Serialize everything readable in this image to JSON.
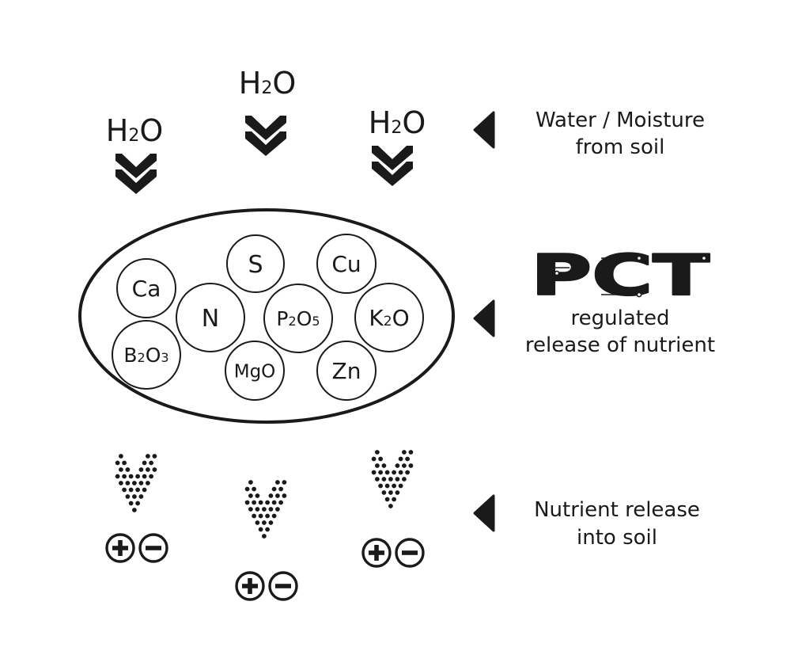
{
  "water_label": {
    "main": "H",
    "sub": "2",
    "tail": "O"
  },
  "nutrients": [
    {
      "id": "ca",
      "parts": [
        {
          "t": "Ca"
        }
      ]
    },
    {
      "id": "s",
      "parts": [
        {
          "t": "S"
        }
      ]
    },
    {
      "id": "cu",
      "parts": [
        {
          "t": "Cu"
        }
      ]
    },
    {
      "id": "n",
      "parts": [
        {
          "t": "N"
        }
      ]
    },
    {
      "id": "p2o5",
      "parts": [
        {
          "t": "P"
        },
        {
          "t": "2",
          "sub": true
        },
        {
          "t": "O"
        },
        {
          "t": "5",
          "sub": true
        }
      ]
    },
    {
      "id": "k2o",
      "parts": [
        {
          "t": "K"
        },
        {
          "t": "2",
          "sub": true
        },
        {
          "t": "O"
        }
      ]
    },
    {
      "id": "b2o3",
      "parts": [
        {
          "t": "B"
        },
        {
          "t": "2",
          "sub": true
        },
        {
          "t": "O"
        },
        {
          "t": "3",
          "sub": true
        }
      ]
    },
    {
      "id": "mgo",
      "parts": [
        {
          "t": "MgO"
        }
      ]
    },
    {
      "id": "zn",
      "parts": [
        {
          "t": "Zn"
        }
      ]
    }
  ],
  "labels": {
    "water_line1": "Water / Moisture",
    "water_line2": "from soil",
    "brand": "PCT",
    "regulated_line1": "regulated",
    "regulated_line2": "release of nutrient",
    "release_line1": "Nutrient release",
    "release_line2": "into soil"
  },
  "colors": {
    "ink": "#1a1a1a",
    "background": "#ffffff"
  },
  "icons": [
    "chevron-down-double-icon",
    "triangle-pointer-icon",
    "plus-circle-icon",
    "minus-circle-icon",
    "dot-arrow-icon"
  ]
}
